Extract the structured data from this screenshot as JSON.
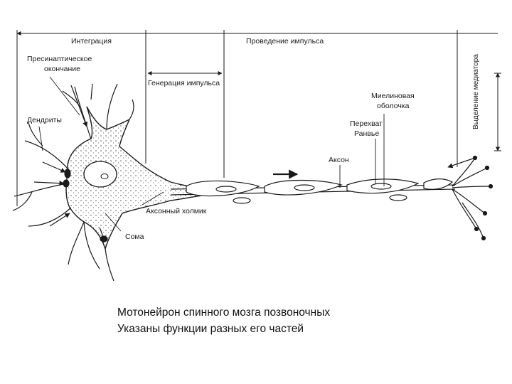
{
  "colors": {
    "ink": "#1a1a1a",
    "background": "#ffffff"
  },
  "functions": {
    "integration": "Интеграция",
    "conduction": "Проведение импульса",
    "generation": "Генерация импульса",
    "release": "Выделение медиатора"
  },
  "labels": {
    "presynaptic_line1": "Пресинаптическое",
    "presynaptic_line2": "окончание",
    "dendrites": "Дендриты",
    "myelin_line1": "Миелиновая",
    "myelin_line2": "оболочка",
    "ranvier_line1": "Перехват",
    "ranvier_line2": "Ранвье",
    "axon": "Аксон",
    "axon_hillock": "Аксонный холмик",
    "soma": "Сома"
  },
  "caption": {
    "line1": "Мотонейрон спинного мозга позвоночных",
    "line2": "Указаны функции разных его частей"
  }
}
